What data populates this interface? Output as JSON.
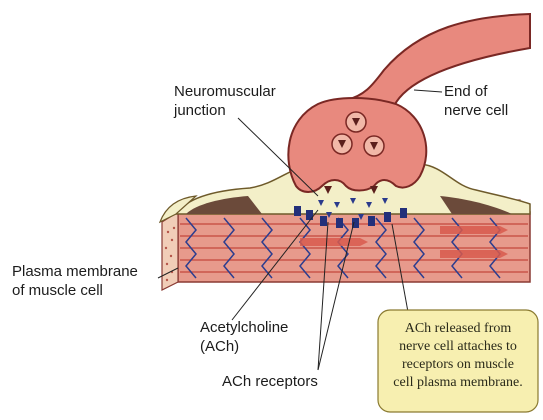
{
  "labels": {
    "neuromuscular_junction": "Neuromuscular\njunction",
    "end_of_nerve_cell": "End of\nnerve cell",
    "plasma_membrane": "Plasma membrane\nof muscle cell",
    "acetylcholine": "Acetylcholine\n(ACh)",
    "ach_receptors": "ACh receptors"
  },
  "callout": {
    "text": "ACh released from\nnerve cell attaches to\nreceptors on muscle\ncell plasma membrane."
  },
  "colors": {
    "nerve": "#e8897e",
    "nerve_dark": "#8a2a26",
    "sheath": "#f3efc8",
    "muscle": "#e79a8c",
    "muscle_dark": "#c9564a",
    "receptor": "#2a3a8c",
    "callout_fill": "#f7efb0"
  }
}
